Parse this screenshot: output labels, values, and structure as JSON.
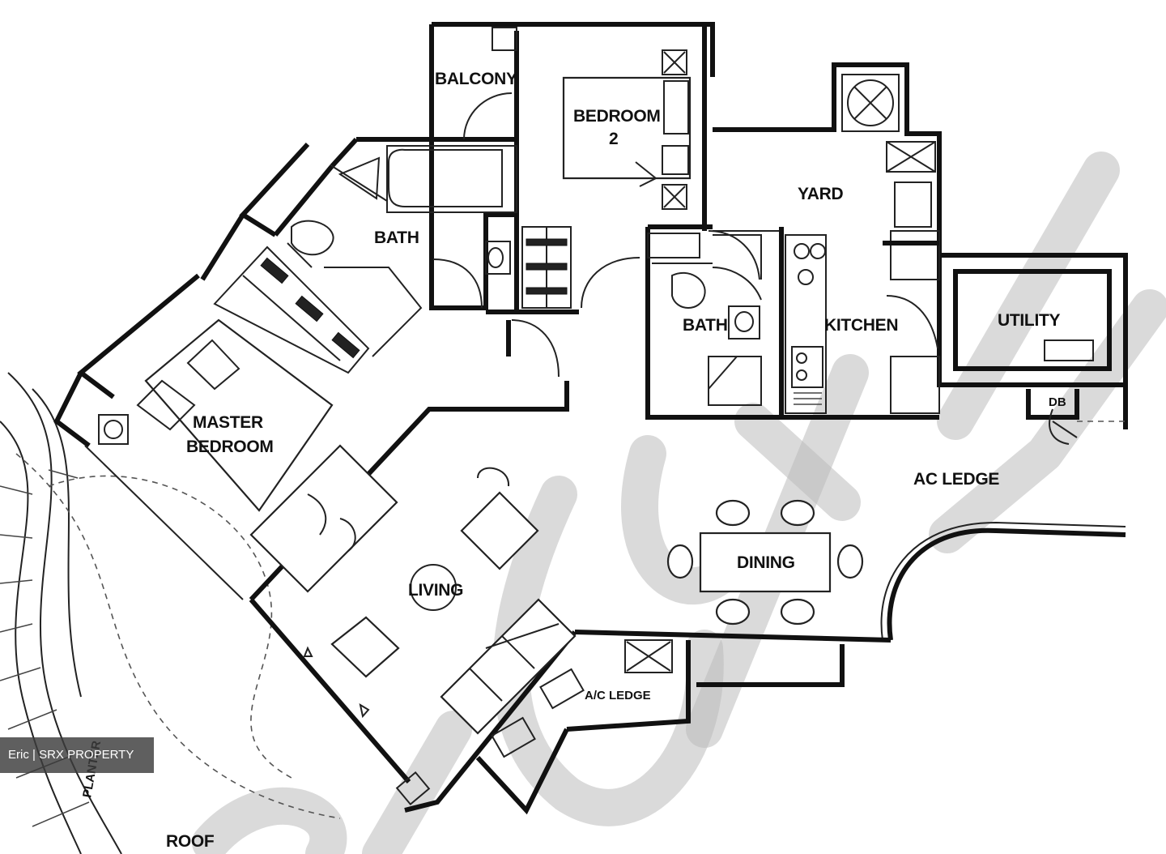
{
  "rooms": {
    "balcony": "BALCONY",
    "bedroom2_line1": "BEDROOM",
    "bedroom2_line2": "2",
    "bath_main": "BATH",
    "bath_common": "BATH",
    "yard": "YARD",
    "kitchen": "KITCHEN",
    "utility": "UTILITY",
    "db": "DB",
    "master_line1": "MASTER",
    "master_line2": "BEDROOM",
    "living": "LIVING",
    "dining": "DINING",
    "ac_ledge": "A/C LEDGE",
    "ac_ledge_top": "AC LEDGE",
    "planter": "PLANTER",
    "roof": "ROOF"
  },
  "credit": "Eric | SRX PROPERTY"
}
